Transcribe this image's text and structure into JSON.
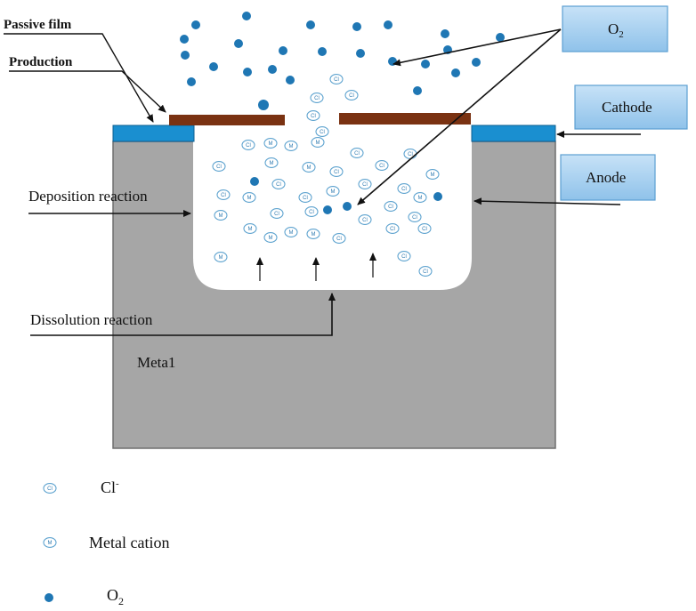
{
  "labels": {
    "passive_film": "Passive film",
    "production": "Production",
    "deposition_reaction": "Deposition reaction",
    "dissolution_reaction": "Dissolution reaction",
    "metal": "Meta1"
  },
  "boxes": {
    "o2": {
      "main": "O",
      "sub": "2"
    },
    "cathode": "Cathode",
    "anode": "Anode"
  },
  "legend": {
    "cl": {
      "main": "Cl",
      "sup": "-"
    },
    "metal_cation": "Metal cation",
    "o2": {
      "main": "O",
      "sub": "2"
    }
  },
  "ion_marks": {
    "cl": "Cl",
    "m": "M"
  },
  "colors": {
    "metal": "#a6a6a6",
    "passive_film": "#1a8fd0",
    "production": "#7a3212",
    "o2_dot": "#1f77b4",
    "ion_ring": "#5ea3cf",
    "box_fill": "#a9d1f0"
  }
}
